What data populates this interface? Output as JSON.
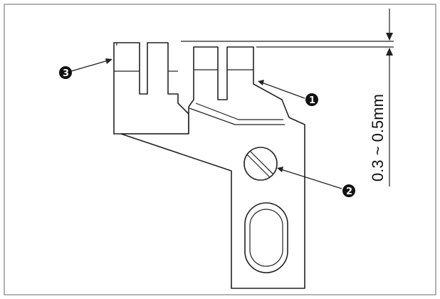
{
  "diagram": {
    "dimension_label": "0.3 ~ 0.5mm",
    "callouts": [
      {
        "id": "callout-1",
        "label": "1"
      },
      {
        "id": "callout-2",
        "label": "2"
      },
      {
        "id": "callout-3",
        "label": "3"
      }
    ],
    "colors": {
      "line": "#222222",
      "frame": "#999999",
      "background": "#ffffff",
      "badge": "#111111"
    }
  }
}
